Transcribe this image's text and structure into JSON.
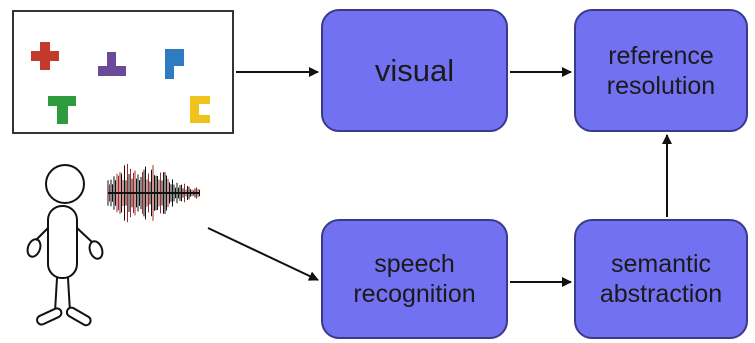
{
  "nodes": {
    "visual": {
      "lines": [
        "visual"
      ]
    },
    "reference_resolution": {
      "lines": [
        "reference",
        "resolution"
      ]
    },
    "speech_recognition": {
      "lines": [
        "speech",
        "recognition"
      ]
    },
    "semantic_abstraction": {
      "lines": [
        "semantic",
        "abstraction"
      ]
    }
  },
  "colors": {
    "node_fill": "#7171f1",
    "node_border": "#3a3a8a",
    "puzzle_red": "#c23a2c",
    "puzzle_purple": "#6b4a9a",
    "puzzle_blue": "#2f7bc0",
    "puzzle_green": "#2e9a3e",
    "puzzle_yellow": "#f0c21c",
    "waveform": "#111111",
    "waveform_tint": "#a0282a"
  },
  "icons": [
    "puzzle-pieces-scene",
    "speaker-stick-figure-icon",
    "speech-waveform-icon"
  ]
}
